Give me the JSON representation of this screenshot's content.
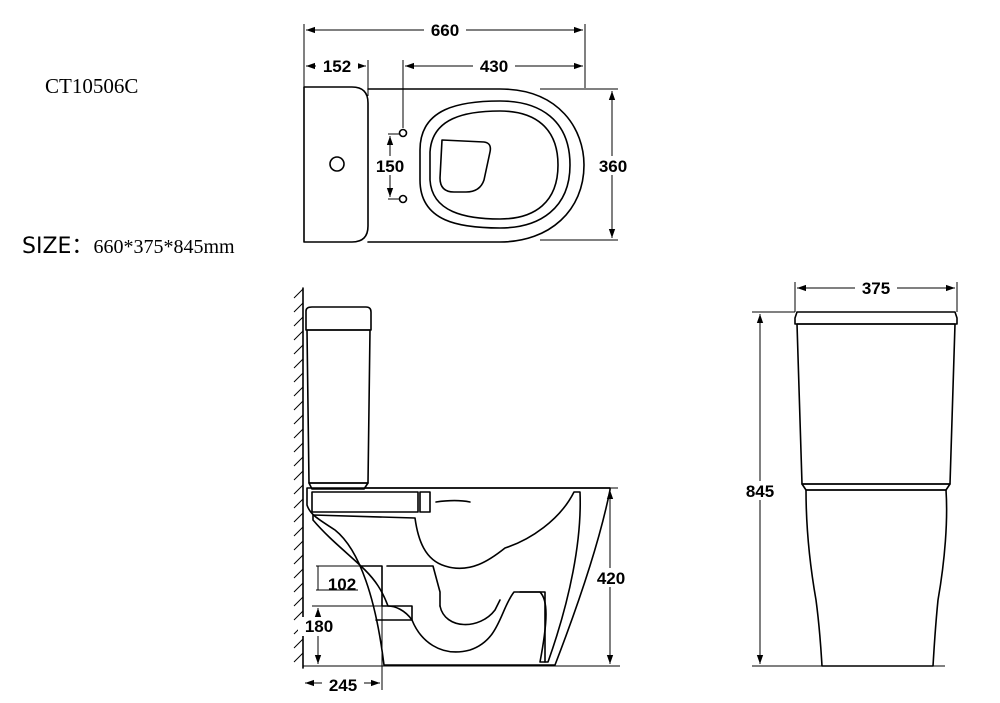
{
  "model_code": "CT10506C",
  "size": {
    "label": "SIZE：",
    "value": "660*375*845mm"
  },
  "dimensions": {
    "top_overall_length": "660",
    "top_tank_depth": "152",
    "top_seat_length": "430",
    "top_fixing_spacing": "150",
    "top_width": "360",
    "side_pipe_offset": "102",
    "side_outlet_height": "180",
    "side_wall_to_outlet": "245",
    "side_seat_height": "420",
    "front_width": "375",
    "front_height": "845"
  }
}
